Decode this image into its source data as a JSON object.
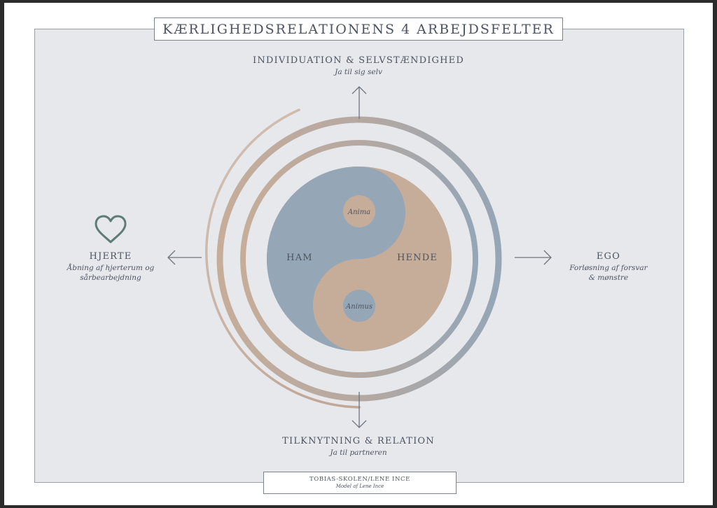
{
  "title": "KÆRLIGHEDSRELATIONENS 4 ARBEJDSFELTER",
  "top": {
    "heading": "INDIVIDUATION & SELVSTÆNDIGHED",
    "sub": "Ja til sig selv"
  },
  "bottom": {
    "heading": "TILKNYTNING & RELATION",
    "sub": "Ja til partneren"
  },
  "left": {
    "heading": "HJERTE",
    "sub_line1": "Åbning af hjerterum og",
    "sub_line2": "sårbearbejdning",
    "icon": "heart-icon"
  },
  "right": {
    "heading": "EGO",
    "sub_line1": "Forløsning af forsvar",
    "sub_line2": "& mønstre"
  },
  "center": {
    "left_label": "HAM",
    "right_label": "HENDE",
    "top_dot": "Anima",
    "bottom_dot": "Animus"
  },
  "credit": {
    "line1": "TOBIAS-SKOLEN/LENE INCE",
    "line2": "Model af Lene Ince"
  },
  "colors": {
    "blue": "#95a6b6",
    "tan": "#c6ad9a",
    "text": "#4c5360",
    "panel": "#e6e8ec",
    "heart": "#5f7c74"
  }
}
